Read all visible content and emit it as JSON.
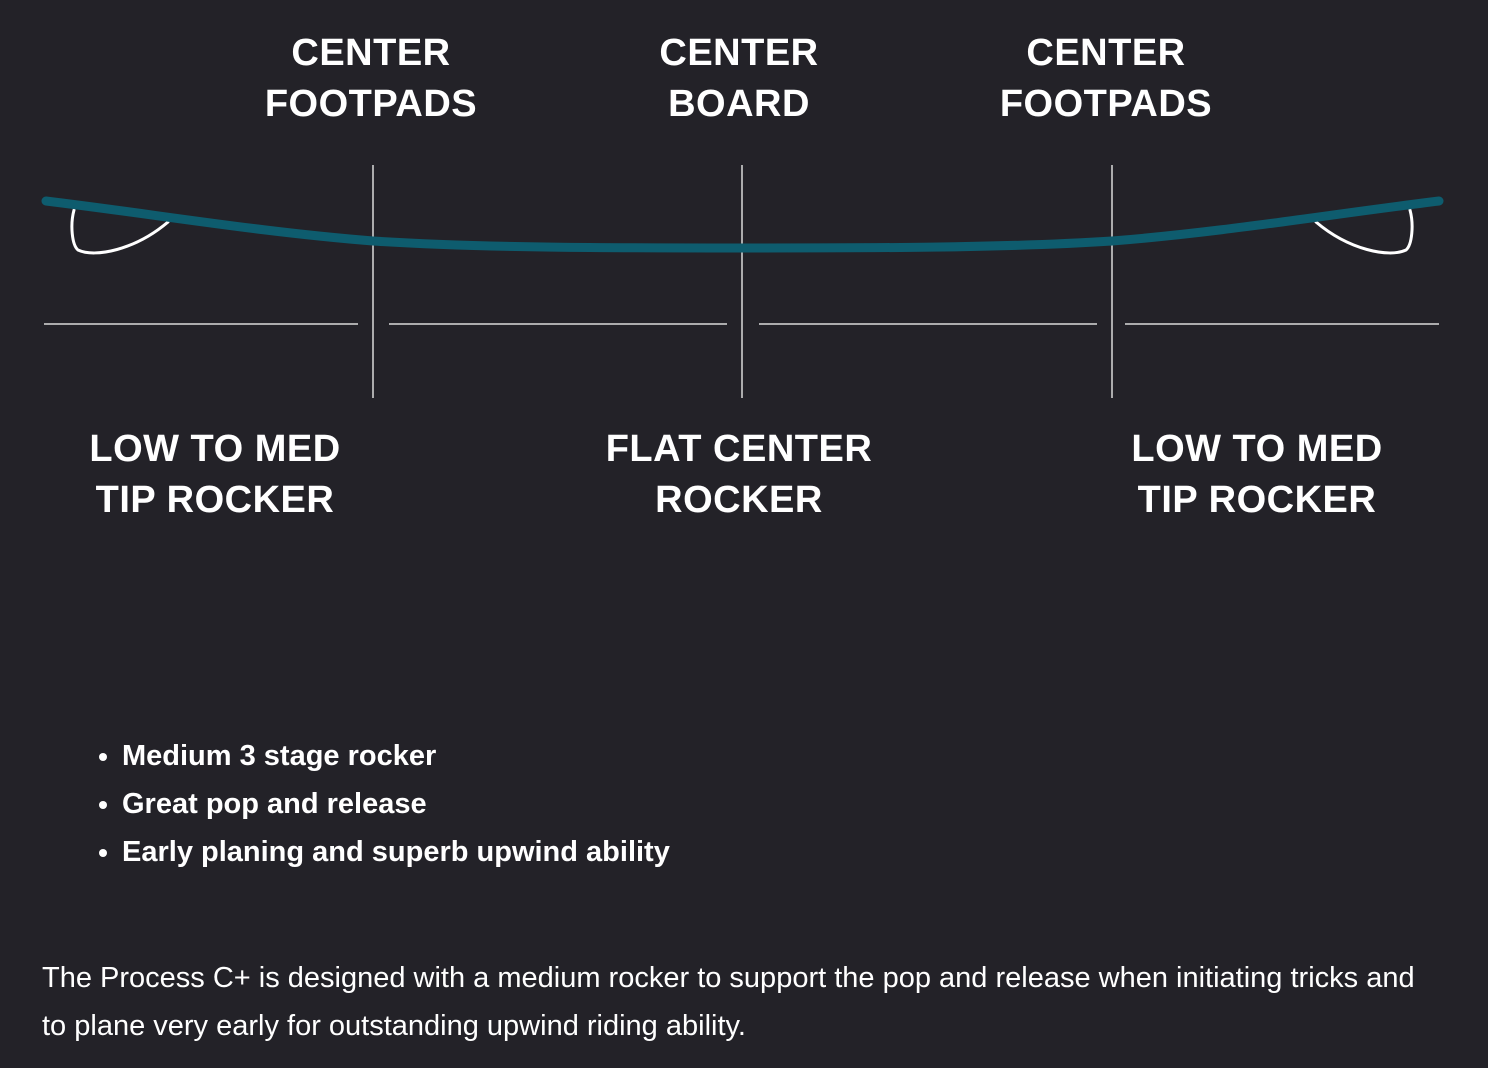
{
  "diagram": {
    "top_labels": [
      {
        "line1": "CENTER",
        "line2": "FOOTPADS"
      },
      {
        "line1": "CENTER",
        "line2": "BOARD"
      },
      {
        "line1": "CENTER",
        "line2": "FOOTPADS"
      }
    ],
    "bottom_labels": [
      {
        "line1": "LOW TO MED",
        "line2": "TIP ROCKER"
      },
      {
        "line1": "FLAT CENTER",
        "line2": "ROCKER"
      },
      {
        "line1": "LOW TO MED",
        "line2": "TIP ROCKER"
      }
    ],
    "colors": {
      "board": "#0e5c6e",
      "lines": "#d9d9d9",
      "fins": "#ffffff",
      "background": "#232228"
    }
  },
  "features": [
    "Medium 3 stage rocker",
    "Great pop and release",
    "Early planing and superb upwind ability"
  ],
  "description": "The Process C+ is designed with a medium rocker to support the pop and release when initiating tricks and to plane very early for outstanding upwind riding ability."
}
